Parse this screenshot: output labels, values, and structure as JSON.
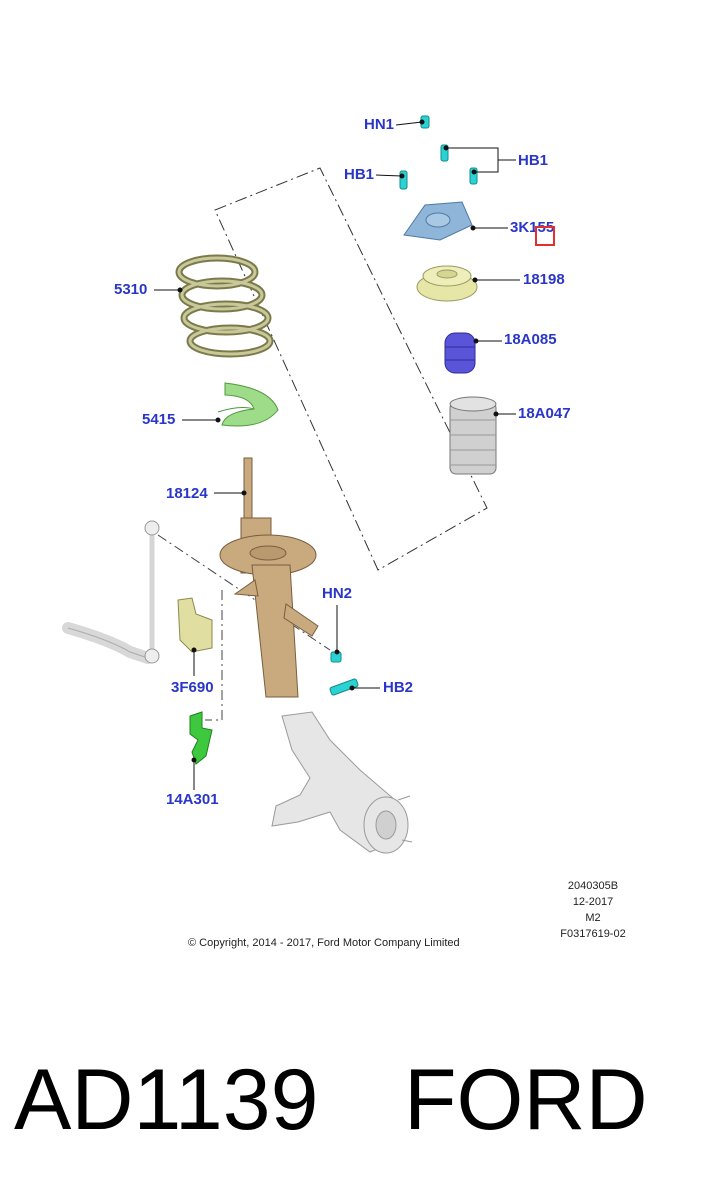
{
  "callouts": {
    "hn1": "HN1",
    "hb1_left": "HB1",
    "hb1_right": "HB1",
    "top_mount": "3K155",
    "bearing": "18198",
    "bump_stop": "18A085",
    "dust_boot": "18A047",
    "spring": "5310",
    "spring_seat": "5415",
    "strut": "18124",
    "hn2": "HN2",
    "hb2": "HB2",
    "bracket": "3F690",
    "clip": "14A301"
  },
  "meta": {
    "code": "2040305B",
    "date": "12-2017",
    "model": "M2",
    "ref": "F0317619-02",
    "copyright": "© Copyright, 2014 - 2017, Ford Motor Company Limited"
  },
  "product": {
    "part_number": "AD1139",
    "brand": "FORD"
  },
  "colors": {
    "callout": "#2a36c8",
    "highlight": "#e03030",
    "fastener": "#2ad3d3",
    "top_mount": "#8fb6d8",
    "bearing": "#e6e6a6",
    "bump_stop": "#5a55d8",
    "spring": "#b9b88a",
    "spring_seat": "#9fdc8a",
    "strut": "#c8aa7e",
    "bracket": "#e0dea0",
    "clip": "#3ec83e"
  }
}
